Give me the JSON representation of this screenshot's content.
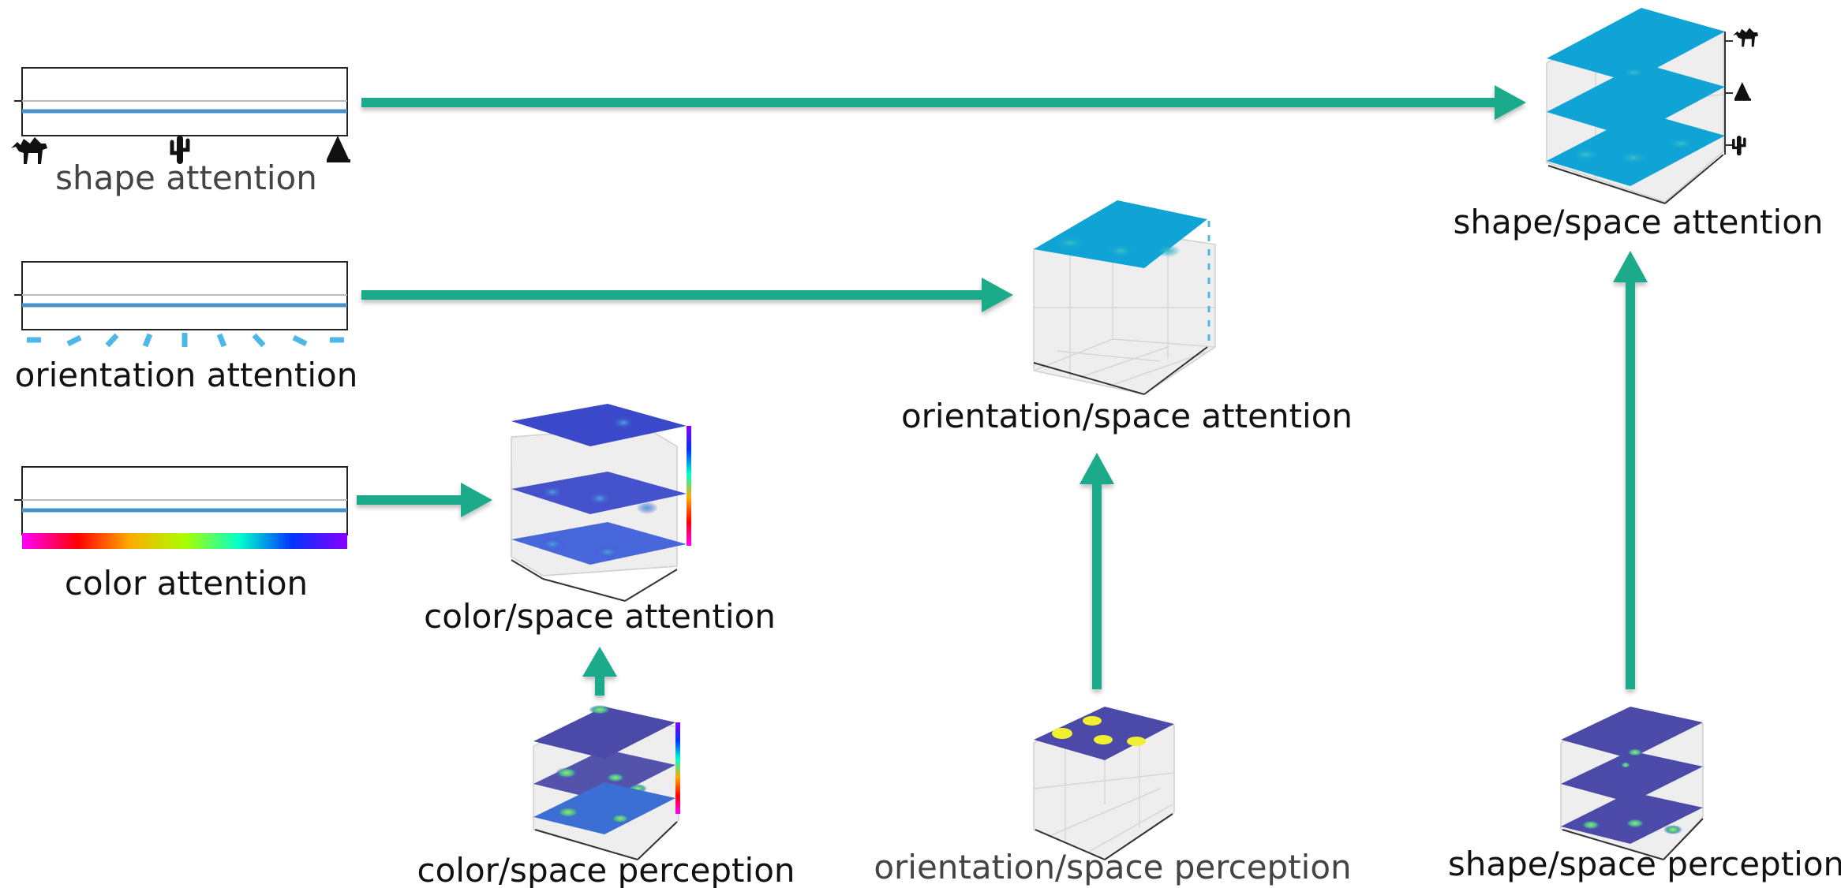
{
  "labels": {
    "shape_attention": "shape attention",
    "orientation_attention": "orientation attention",
    "color_attention": "color attention",
    "color_space_attention": "color/space attention",
    "orientation_space_attention": "orientation/space attention",
    "shape_space_attention": "shape/space attention",
    "color_space_perception": "color/space perception",
    "orientation_space_perception": "orientation/space perception",
    "shape_space_perception": "shape/space perception"
  },
  "colors": {
    "arrow": "#1aab8a",
    "attention_line": "#4a90c9",
    "orientation_ticks": "#4db8e8",
    "shape_plane": "#0fa3d6",
    "color_plane": "#3a49c9",
    "perception_plane": "#4b4aa8",
    "perception_hotspot": "#f0f030"
  },
  "icons": {
    "shape_icons": [
      "camel-icon",
      "cactus-icon",
      "pyramid-icon"
    ]
  }
}
